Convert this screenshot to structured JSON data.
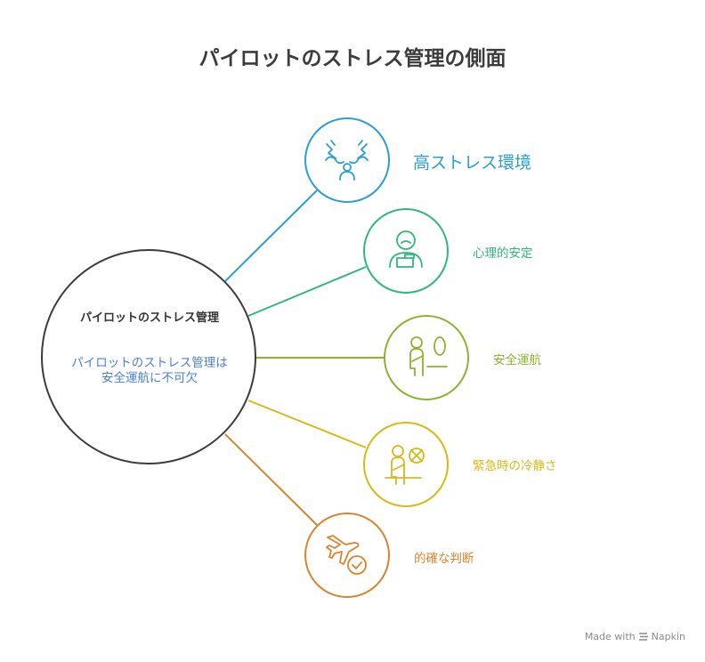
{
  "title": "パイロットのストレス管理の側面",
  "center": {
    "title": "パイロットのストレス管理",
    "description": "パイロットのストレス管理は安全運航に不可欠"
  },
  "branches": [
    {
      "label": "高ストレス環境",
      "color": "#2a9fd0",
      "icon": "stress-storm-person-icon"
    },
    {
      "label": "心理的安定",
      "color": "#2fb87c",
      "icon": "calm-person-desk-icon"
    },
    {
      "label": "安全運航",
      "color": "#8db330",
      "icon": "seated-pilot-window-icon"
    },
    {
      "label": "緊急時の冷静さ",
      "color": "#d9b914",
      "icon": "pilot-emergency-icon"
    },
    {
      "label": "的確な判断",
      "color": "#d98530",
      "icon": "plane-check-icon"
    }
  ],
  "footer": {
    "made_with": "Made with",
    "brand": "Napkin"
  }
}
